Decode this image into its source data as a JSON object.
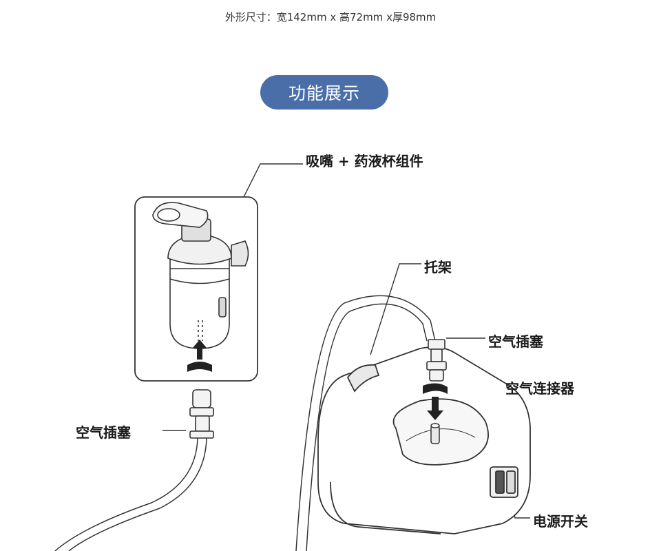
{
  "header": {
    "dimensions": "外形尺寸：宽142mm x 高72mm x厚98mm",
    "section_title": "功能展示"
  },
  "callouts": {
    "mouthpiece_cup": "吸嘴 + 药液杯组件",
    "air_plug_left": "空气插塞",
    "holder": "托架",
    "air_plug_right": "空气插塞",
    "air_connector": "空气连接器",
    "power_switch": "电源开关"
  },
  "colors": {
    "pill": "#4a6fa8",
    "line": "#333333"
  }
}
